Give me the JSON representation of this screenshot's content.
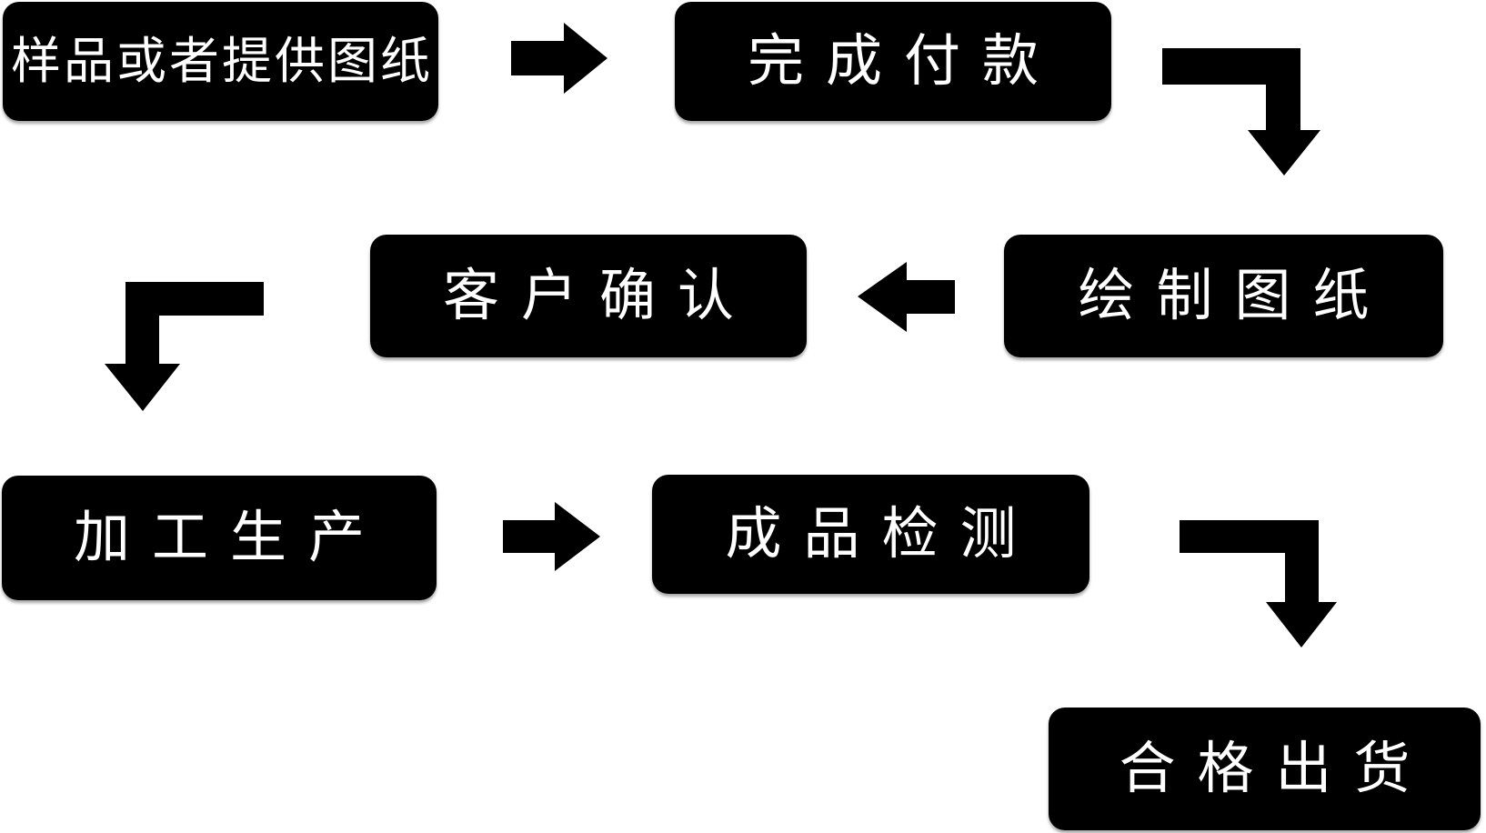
{
  "diagram": {
    "type": "flowchart",
    "background_color": "#ffffff",
    "node_color": "#000000",
    "node_text_color": "#ffffff",
    "arrow_color": "#000000",
    "nodes": [
      {
        "id": "sample",
        "label": "样品或者提供图纸"
      },
      {
        "id": "payment",
        "label": "完成付款"
      },
      {
        "id": "draw",
        "label": "绘制图纸"
      },
      {
        "id": "confirm",
        "label": "客户确认"
      },
      {
        "id": "production",
        "label": "加工生产"
      },
      {
        "id": "inspection",
        "label": "成品检测"
      },
      {
        "id": "shipment",
        "label": "合格出货"
      }
    ],
    "edges": [
      {
        "from": "样品或者提供图纸",
        "to": "完成付款",
        "shape": "straight-right"
      },
      {
        "from": "完成付款",
        "to": "绘制图纸",
        "shape": "elbow-down"
      },
      {
        "from": "绘制图纸",
        "to": "客户确认",
        "shape": "straight-left"
      },
      {
        "from": "客户确认",
        "to": "加工生产",
        "shape": "elbow-down"
      },
      {
        "from": "加工生产",
        "to": "成品检测",
        "shape": "straight-right"
      },
      {
        "from": "成品检测",
        "to": "合格出货",
        "shape": "elbow-down"
      }
    ],
    "flow_order": [
      "样品或者提供图纸",
      "完成付款",
      "绘制图纸",
      "客户确认",
      "加工生产",
      "成品检测",
      "合格出货"
    ]
  }
}
